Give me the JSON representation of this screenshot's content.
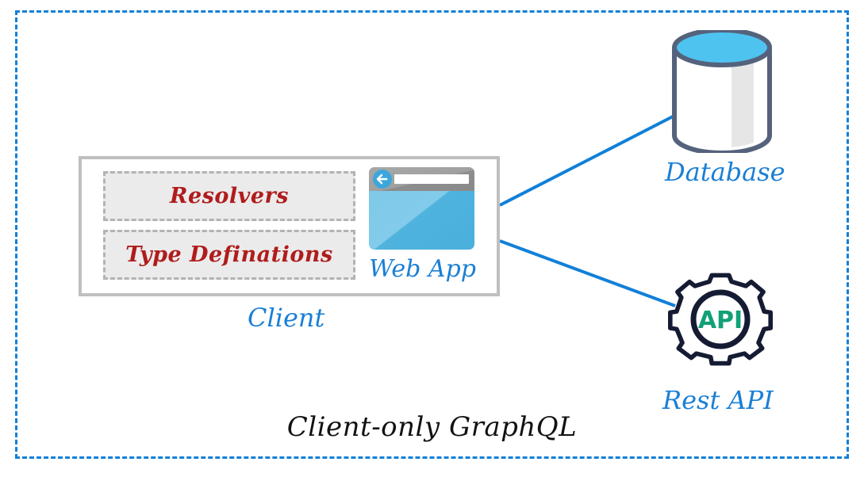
{
  "diagram": {
    "title": "Client-only GraphQL",
    "frame_color": "#1180d8",
    "connector_color": "#1180d8",
    "label_color": "#1a7fd4",
    "block_text_color": "#b01c1c",
    "api_text_color": "#12a078"
  },
  "client": {
    "label": "Client",
    "border_color": "#bfbfbf",
    "blocks": [
      {
        "name": "resolvers",
        "label": "Resolvers"
      },
      {
        "name": "type-definations",
        "label": "Type Definations"
      }
    ],
    "webapp": {
      "label": "Web App",
      "icon": "browser-window-icon",
      "titlebar_color": "#9d9d9d",
      "content_color": "#5cbae4",
      "back_arrow": "back-arrow-icon",
      "address_bar": ""
    }
  },
  "nodes": [
    {
      "name": "database",
      "label": "Database",
      "icon": "database-cylinder-icon",
      "top_color": "#4ec3ef",
      "outline_color": "#55627c"
    },
    {
      "name": "rest-api",
      "label": "Rest API",
      "icon": "gear-api-icon",
      "inner_text": "API",
      "outline_color": "#151b33"
    }
  ],
  "connectors": [
    {
      "name": "client-to-database",
      "from": "client",
      "to": "database"
    },
    {
      "name": "client-to-rest-api",
      "from": "client",
      "to": "rest-api"
    }
  ]
}
